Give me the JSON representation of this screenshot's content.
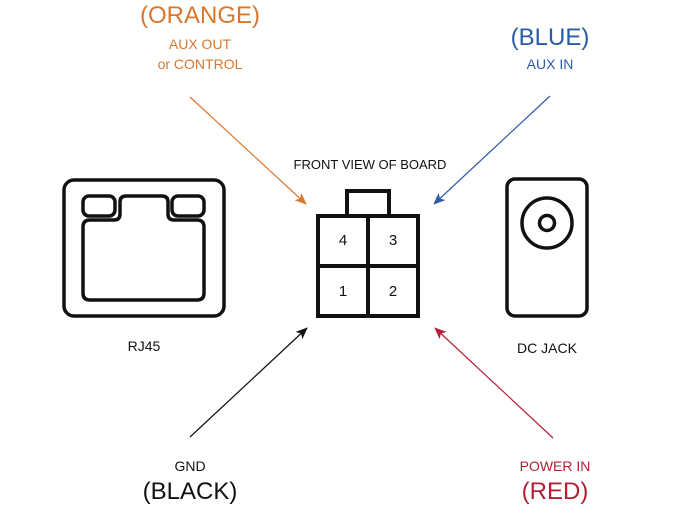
{
  "title": "FRONT VIEW OF BOARD",
  "colors": {
    "orange": "#d9772f",
    "blue": "#2b5ba8",
    "red": "#b32036",
    "black": "#111111"
  },
  "connector": {
    "pins": [
      {
        "number": "4",
        "position": "top-left"
      },
      {
        "number": "3",
        "position": "top-right"
      },
      {
        "number": "1",
        "position": "bottom-left"
      },
      {
        "number": "2",
        "position": "bottom-right"
      }
    ]
  },
  "components": {
    "rj45": {
      "label": "RJ45",
      "icon": "ethernet-port-icon"
    },
    "dc_jack": {
      "label": "DC JACK",
      "icon": "dc-jack-icon"
    }
  },
  "wires": {
    "orange": {
      "color_label": "(ORANGE)",
      "function_line1": "AUX OUT",
      "function_line2": "or CONTROL"
    },
    "blue": {
      "color_label": "(BLUE)",
      "function_line1": "AUX IN"
    },
    "black": {
      "color_label": "(BLACK)",
      "function_line1": "GND"
    },
    "red": {
      "color_label": "(RED)",
      "function_line1": "POWER IN"
    }
  }
}
